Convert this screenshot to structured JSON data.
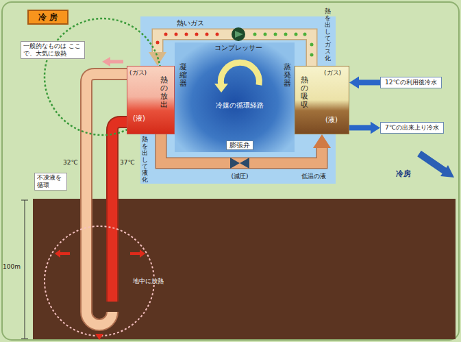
{
  "diagram": {
    "title": "冷 房",
    "nodes": [
      {
        "text": [
          "(ガス)",
          "熱の放出",
          "(液)"
        ]
      },
      {
        "text": [
          "(ガス)",
          "熱の吸収",
          "(液)"
        ]
      },
      {
        "text": [
          "12℃の利用後冷水"
        ]
      },
      {
        "text": [
          "7℃の出来上り冷水"
        ]
      }
    ],
    "edges": [
      {
        "from": 1,
        "to": 0,
        "arrow": "to"
      },
      {
        "from": 0,
        "to": 1,
        "arrow": "to"
      },
      {
        "from": 2,
        "to": 1,
        "arrow": "to"
      },
      {
        "from": 1,
        "to": 3,
        "arrow": "to"
      }
    ],
    "labels": [
      "熱いガス",
      "コンプレッサー",
      "熱を出してガス化",
      "凝縮器",
      "蒸発器",
      "冷媒の循環経路",
      "膨張弁",
      "(減圧)",
      "熱を出して液化",
      "低温の液",
      "一般的なものは ここで、大気に放熱",
      "32℃",
      "37℃",
      "不凍液を循環",
      "地中に放熱",
      "100m",
      "冷房"
    ]
  }
}
